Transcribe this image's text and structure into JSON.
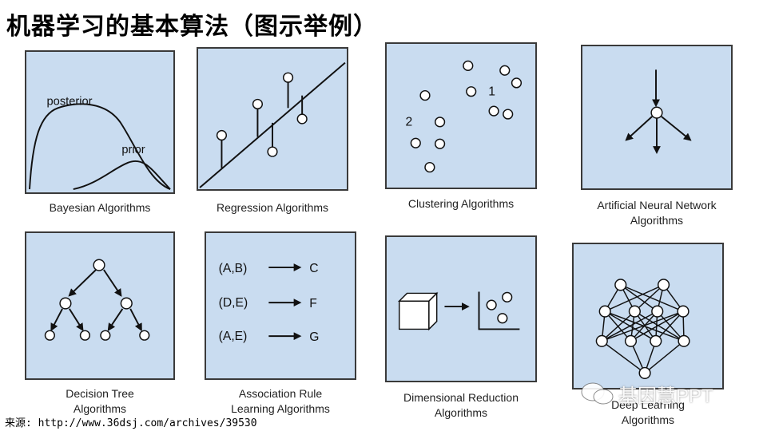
{
  "title": "机器学习的基本算法（图示举例）",
  "source": "来源: http://www.36dsj.com/archives/39530",
  "watermark": "基因慧PPT",
  "panels": {
    "bayesian": {
      "caption": "Bayesian Algorithms",
      "label_posterior": "posterior",
      "label_prior": "prior"
    },
    "regression": {
      "caption": "Regression Algorithms"
    },
    "clustering": {
      "caption": "Clustering Algorithms",
      "cluster1": "1",
      "cluster2": "2"
    },
    "ann": {
      "caption_line1": "Artificial Neural Network",
      "caption_line2": "Algorithms"
    },
    "decision_tree": {
      "caption_line1": "Decision Tree",
      "caption_line2": "Algorithms"
    },
    "association": {
      "caption_line1": "Association Rule",
      "caption_line2": "Learning Algorithms",
      "rules": [
        {
          "lhs": "(A,B)",
          "rhs": "C"
        },
        {
          "lhs": "(D,E)",
          "rhs": "F"
        },
        {
          "lhs": "(A,E)",
          "rhs": "G"
        }
      ]
    },
    "dimensional": {
      "caption_line1": "Dimensional Reduction",
      "caption_line2": "Algorithms"
    },
    "deep_learning": {
      "caption_line1": "Deep Learning",
      "caption_line2": "Algorithms"
    }
  },
  "colors": {
    "panel_bg": "#c9dcf0",
    "panel_border": "#3a3a3a",
    "ink": "#111111"
  }
}
